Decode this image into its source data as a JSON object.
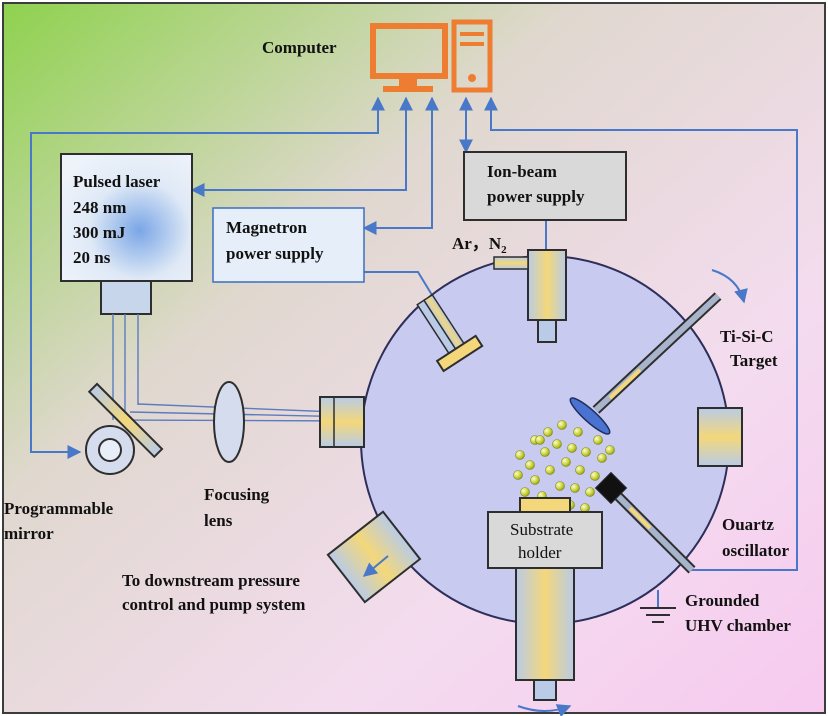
{
  "labels": {
    "computer": "Computer",
    "laser_line1": "Pulsed laser",
    "laser_line2": "248 nm",
    "laser_line3": "300 mJ",
    "laser_line4": "20 ns",
    "magnetron_line1": "Magnetron",
    "magnetron_line2": "power supply",
    "ionbeam_line1": "Ion-beam",
    "ionbeam_line2": "power supply",
    "gas_prefix": "Ar，N",
    "gas_sub": "2",
    "target_line1": "Ti-Si-C",
    "target_line2": "Target",
    "mirror_line1": "Programmable",
    "mirror_line2": "mirror",
    "lens_line1": "Focusing",
    "lens_line2": "lens",
    "substrate_line1": "Substrate",
    "substrate_line2": "holder",
    "quartz_line1": "Ouartz",
    "quartz_line2": "oscillator",
    "pump_line1": "To downstream pressure",
    "pump_line2": "control and pump system",
    "ground_line1": "Grounded",
    "ground_line2": "UHV chamber"
  },
  "colors": {
    "connector": "#4a78c8",
    "computer_icon": "#ee7d31",
    "chamber_fill": "#c8cbef",
    "chamber_stroke": "#2e2e5a",
    "target_disc": "#4a72d0",
    "particles": "#c9d23a"
  },
  "icons": {
    "monitor": "monitor-icon",
    "tower": "computer-tower-icon",
    "ground": "ground-symbol-icon"
  }
}
